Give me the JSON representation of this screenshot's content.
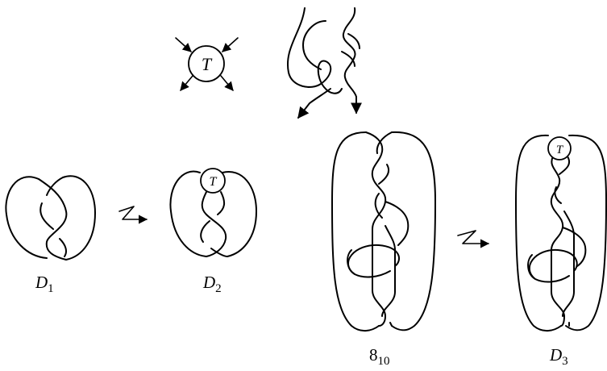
{
  "tangle_symbol": {
    "label": "T"
  },
  "diagrams": {
    "d1": {
      "base": "D",
      "sub": "1"
    },
    "d2": {
      "base": "D",
      "sub": "2",
      "tangle": "T"
    },
    "knot_8_10": {
      "base": "8",
      "sub": "10"
    },
    "d3": {
      "base": "D",
      "sub": "3",
      "tangle": "T"
    }
  }
}
